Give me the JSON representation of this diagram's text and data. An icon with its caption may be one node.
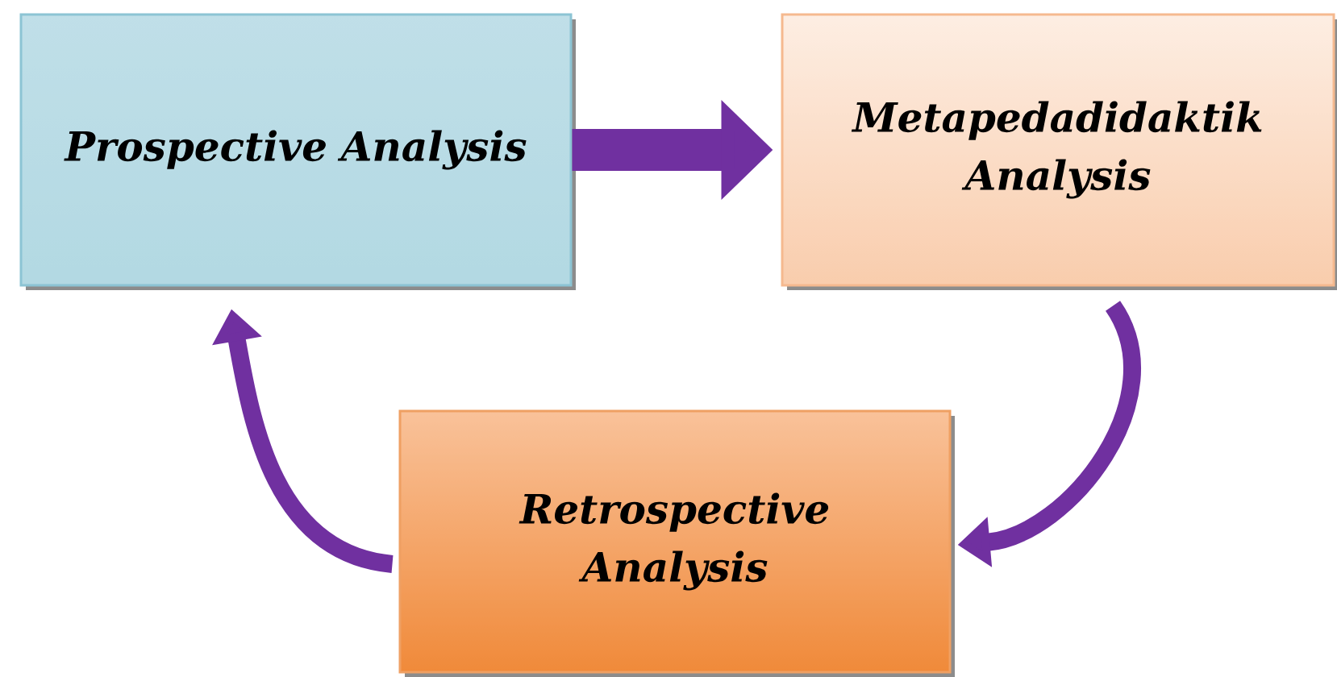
{
  "diagram": {
    "nodes": [
      {
        "text": [
          "Prospective Analysis"
        ]
      },
      {
        "text": [
          "Metapedadidaktik Analysis"
        ]
      },
      {
        "text": [
          "Retrospective Analysis"
        ]
      }
    ],
    "edges": [
      {
        "from": 0,
        "to": 1,
        "arrow": "to",
        "style": "thick"
      },
      {
        "from": 1,
        "to": 2,
        "arrow": "to"
      },
      {
        "from": 2,
        "to": 0,
        "arrow": "to"
      }
    ]
  }
}
